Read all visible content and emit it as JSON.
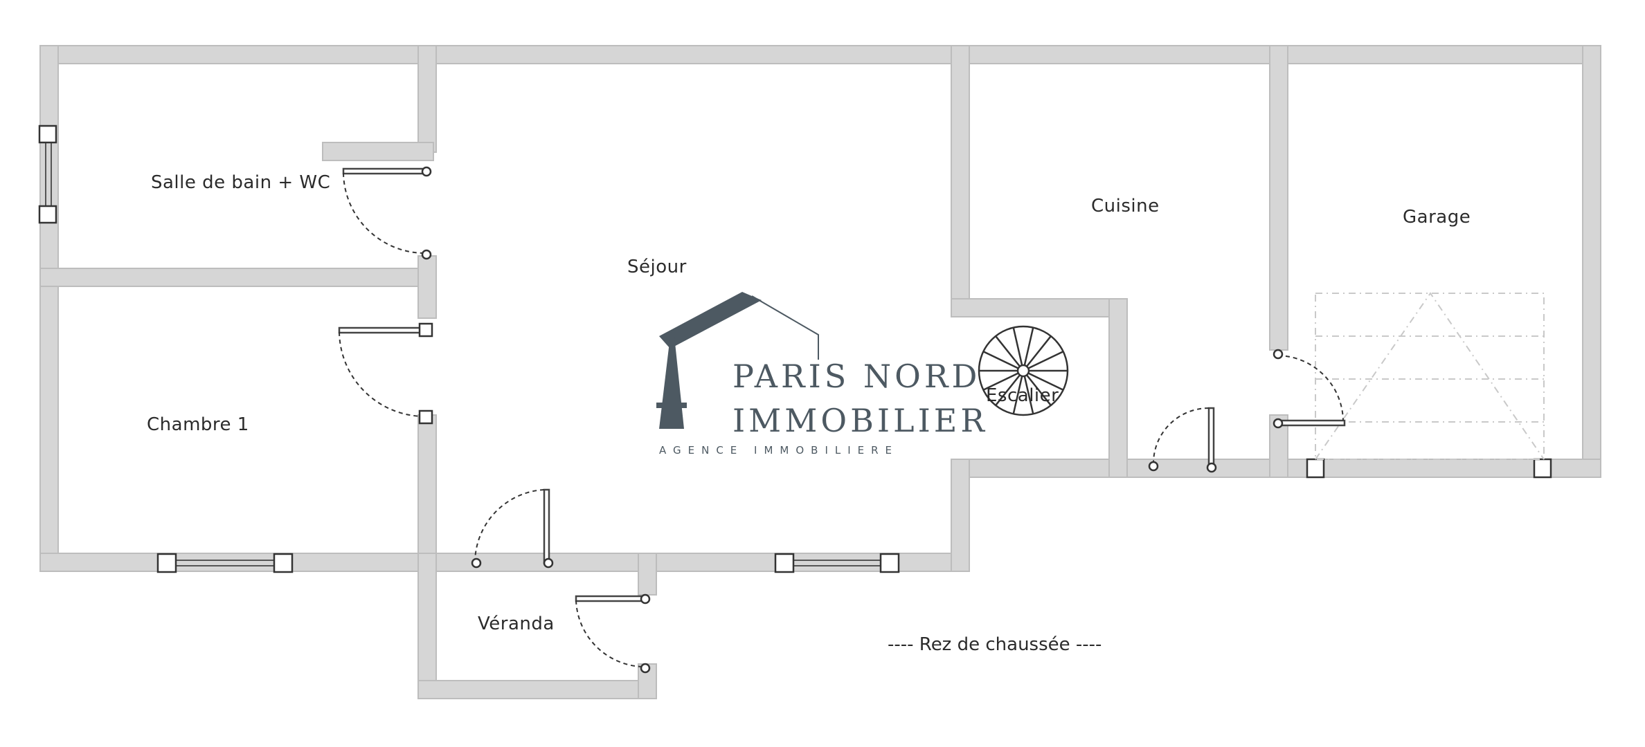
{
  "plan": {
    "rooms": {
      "salle_de_bain": "Salle de bain + WC",
      "chambre": "Chambre 1",
      "sejour": "Séjour",
      "cuisine": "Cuisine",
      "garage": "Garage",
      "escalier": "Escalier",
      "veranda": "Véranda"
    },
    "level_caption": "---- Rez de chaussée ----"
  },
  "logo": {
    "line1": "PARIS NORD",
    "line2": "IMMOBILIER",
    "tagline": "AGENCE IMMOBILIERE"
  },
  "colors": {
    "wall": "#d6d6d6",
    "logo": "#4d5962"
  }
}
